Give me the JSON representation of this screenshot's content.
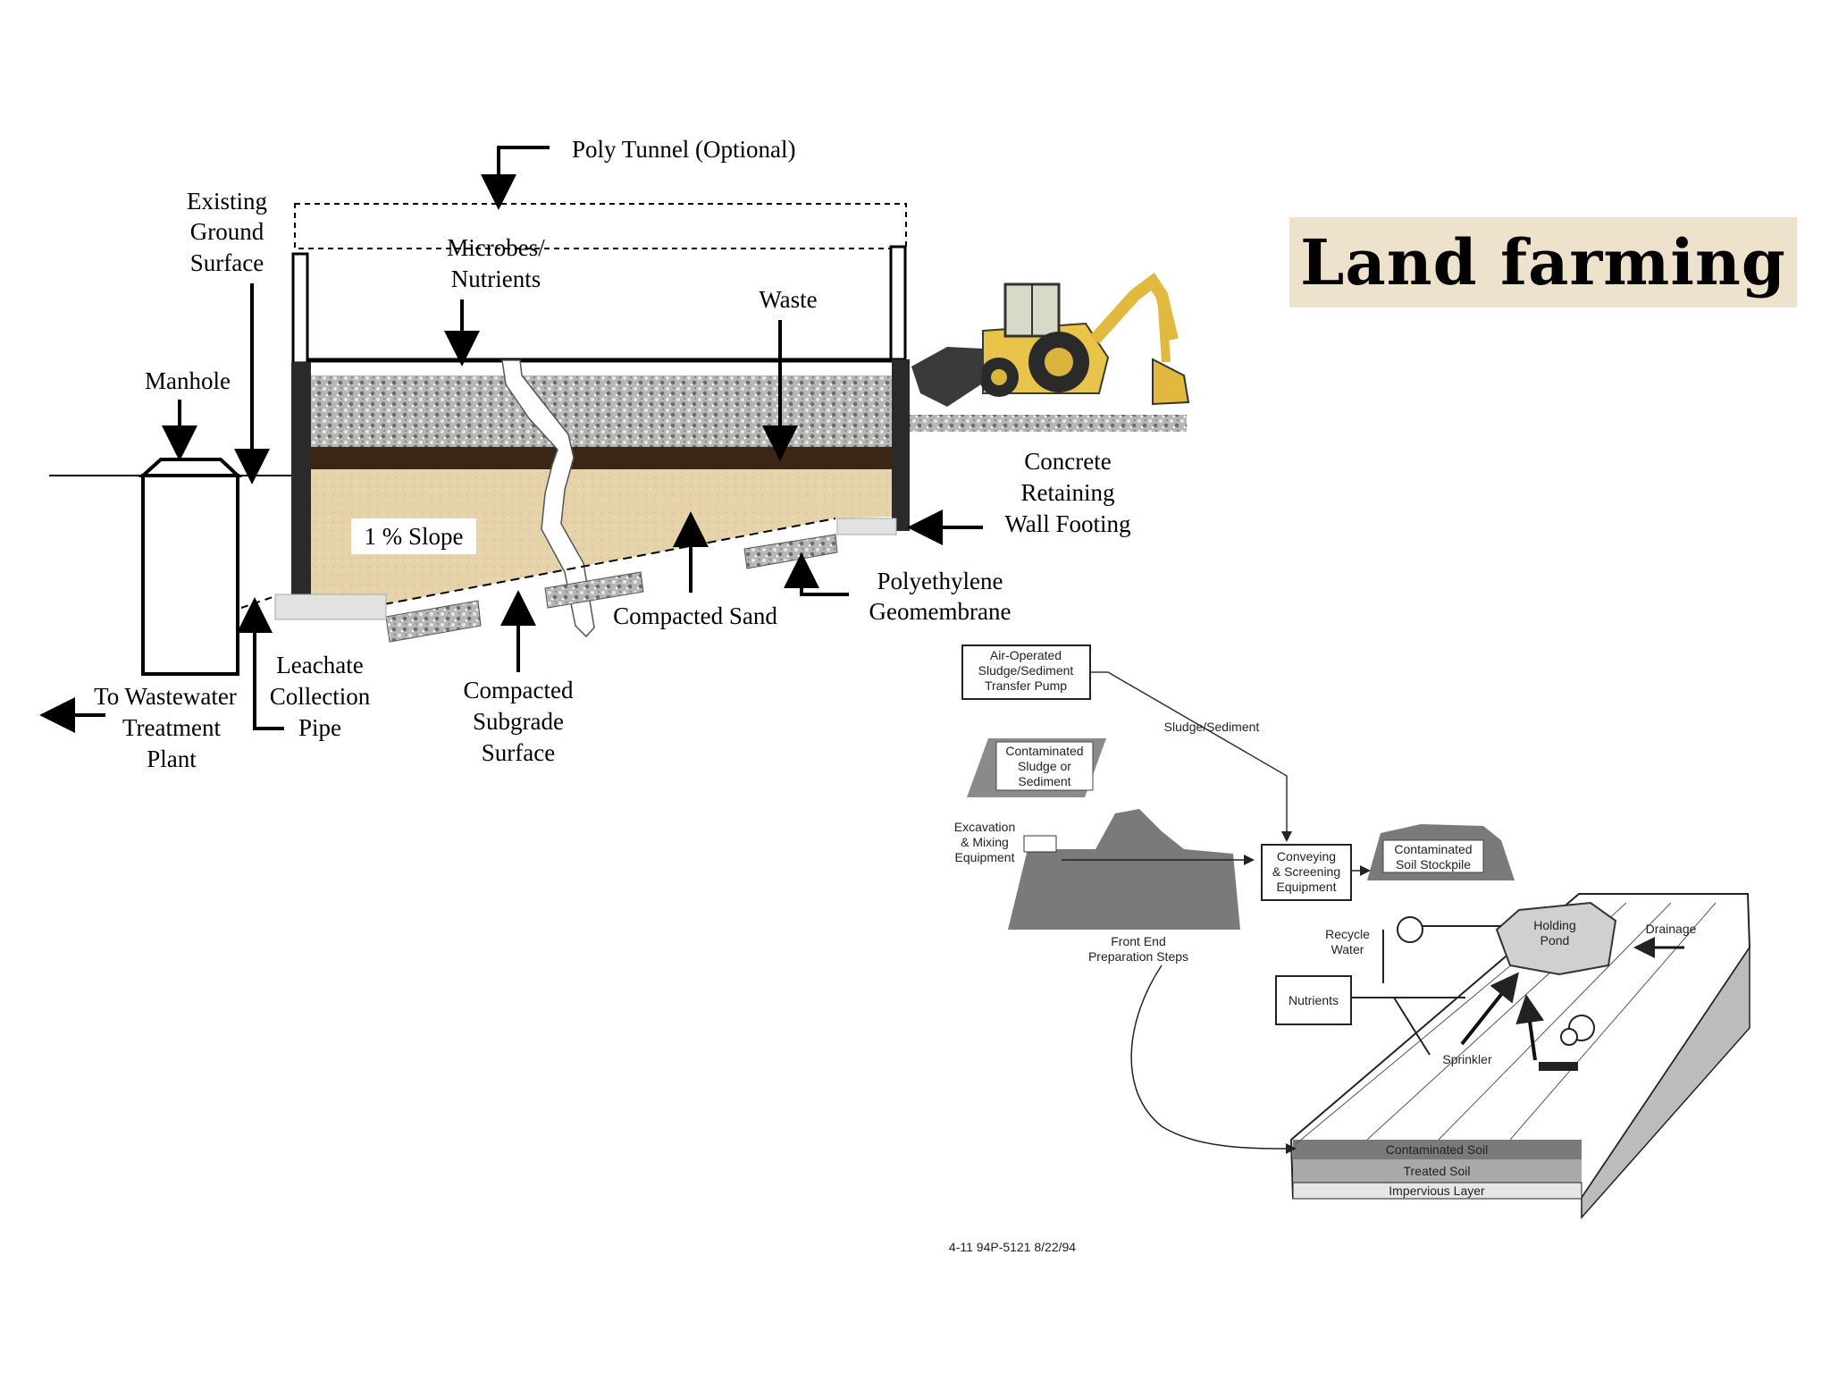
{
  "title": "Land farming",
  "left_diagram": {
    "labels": {
      "poly_tunnel": "Poly Tunnel (Optional)",
      "existing_ground": [
        "Existing",
        "Ground",
        "Surface"
      ],
      "microbes": [
        "Microbes/",
        "Nutrients"
      ],
      "waste": "Waste",
      "manhole": "Manhole",
      "slope": "1 % Slope",
      "concrete": [
        "Concrete",
        "Retaining",
        "Wall Footing"
      ],
      "polyethylene": [
        "Polyethylene",
        "Geomembrane"
      ],
      "compacted_sand": "Compacted Sand",
      "leachate": [
        "Leachate",
        "Collection",
        "Pipe"
      ],
      "subgrade": [
        "Compacted",
        "Subgrade",
        "Surface"
      ],
      "wastewater": [
        "To Wastewater",
        "Treatment",
        "Plant"
      ]
    }
  },
  "right_diagram": {
    "labels": {
      "pump": [
        "Air-Operated",
        "Sludge/Sediment",
        "Transfer Pump"
      ],
      "sludge_sediment": "Sludge/Sediment",
      "contaminated_sludge": [
        "Contaminated",
        "Sludge or",
        "Sediment"
      ],
      "excavation": [
        "Excavation",
        "& Mixing",
        "Equipment"
      ],
      "conveying": [
        "Conveying",
        "& Screening",
        "Equipment"
      ],
      "stockpile": [
        "Contaminated",
        "Soil Stockpile"
      ],
      "front_end": [
        "Front End",
        "Preparation Steps"
      ],
      "recycle": [
        "Recycle",
        "Water"
      ],
      "holding_pond": [
        "Holding",
        "Pond"
      ],
      "drainage": "Drainage",
      "nutrients": "Nutrients",
      "sprinkler": "Sprinkler",
      "contaminated_soil": "Contaminated Soil",
      "treated_soil": "Treated Soil",
      "impervious": "Impervious Layer",
      "footer": "4-11  94P-5121  8/22/94"
    }
  },
  "colors": {
    "title_bg": "#eee2cc",
    "sand": "#e6d3aa",
    "gravel": "#a9aaa8",
    "dark_band": "#3b2616",
    "grey_fill": "#7a7a7a"
  }
}
